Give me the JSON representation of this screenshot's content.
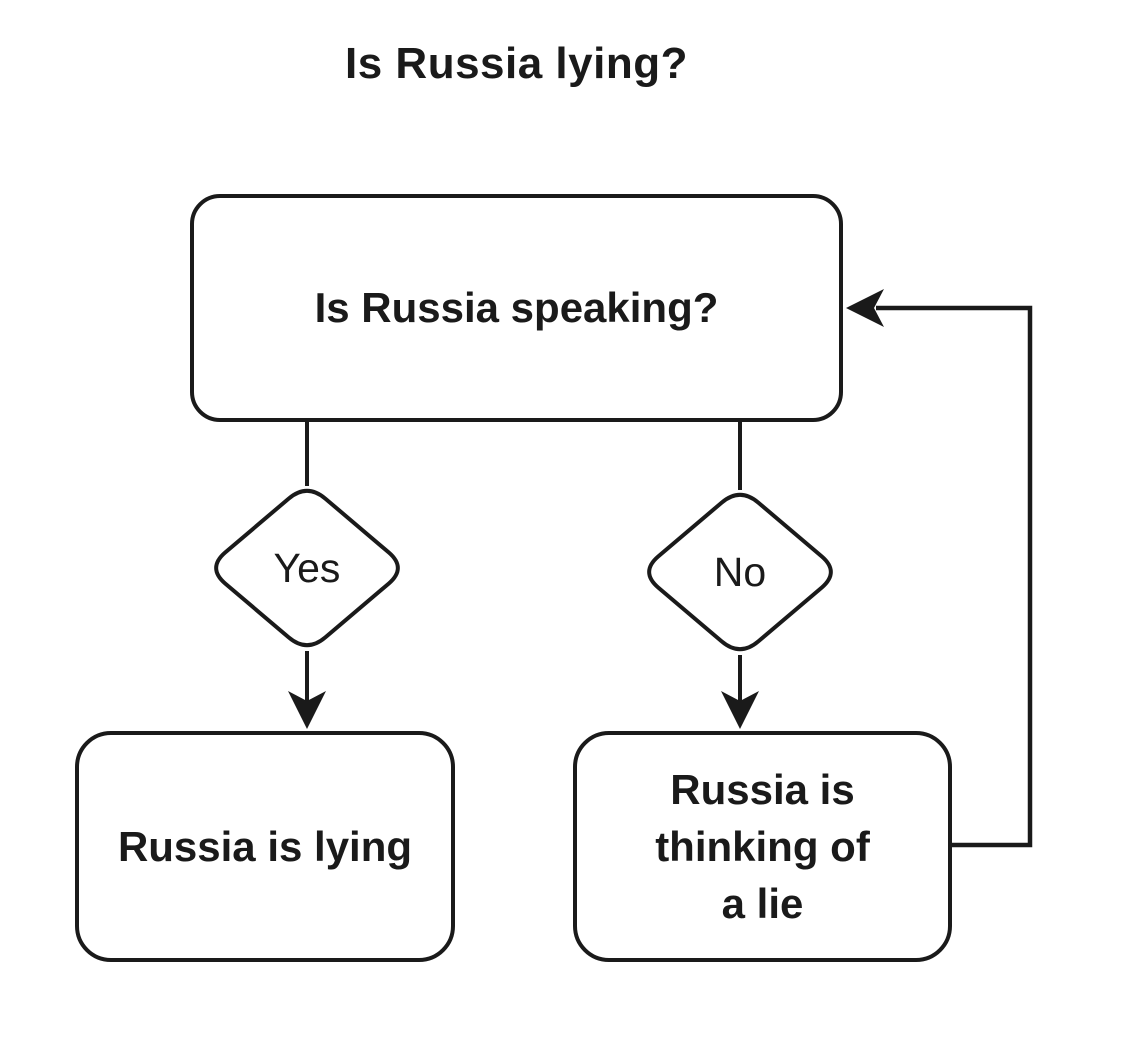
{
  "title": "Is Russia lying?",
  "flowchart": {
    "question": "Is Russia speaking?",
    "yes_label": "Yes",
    "no_label": "No",
    "yes_result": "Russia is lying",
    "no_result": "Russia is thinking of a lie",
    "no_result_lines": [
      "Russia is",
      "thinking of",
      "a lie"
    ]
  },
  "colors": {
    "background": "#ffffff",
    "line": "#1a1a1a",
    "text": "#1a1a1a"
  }
}
